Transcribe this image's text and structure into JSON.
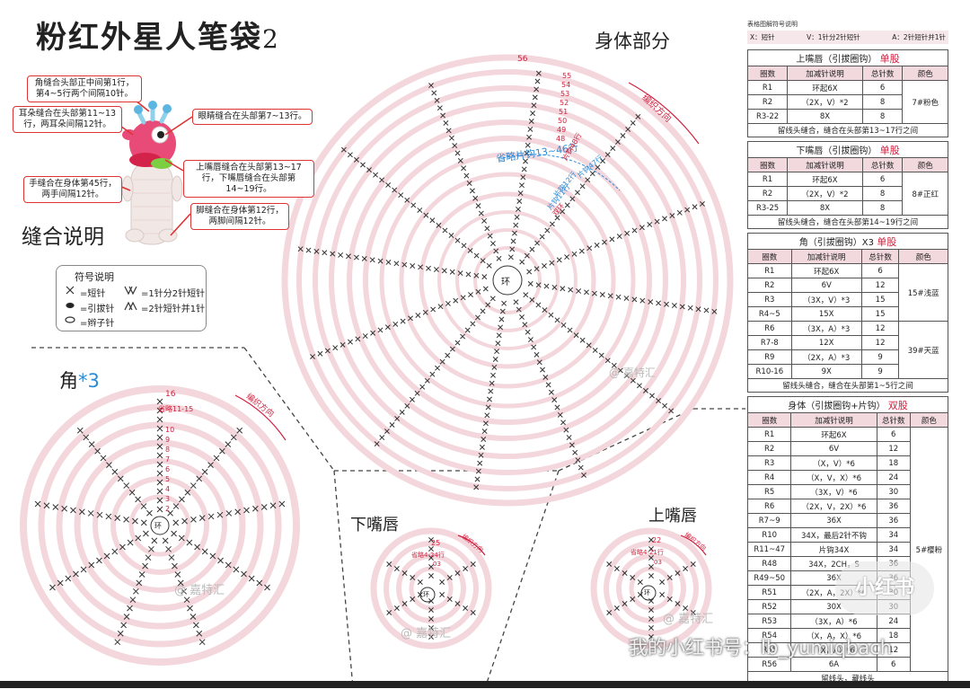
{
  "title": "粉红外星人笔袋",
  "title_num": "2",
  "sections": {
    "body": "身体部分",
    "horn": "角",
    "horn_mult": "*3",
    "lower_lip": "下嘴唇",
    "upper_lip": "上嘴唇",
    "suture": "缝合说明"
  },
  "callouts": [
    "角缝合头部正中间第1行，第4~5行两个间隔10针。",
    "耳朵缝合在头部第11~13行，两耳朵间隔12针。",
    "眼睛缝合在头部第7~13行。",
    "上嘴唇缝合在头部第13~17行，下嘴唇缝合在头部第14~19行。",
    "手缝合在身体第45行，两手间隔12针。",
    "脚缝合在身体第12行，两脚间隔12针。"
  ],
  "legend": {
    "title": "符号说明",
    "items": [
      "=短针",
      "=1针分2针短针",
      "=引拔针",
      "=2针短针并1针",
      "=辫子针"
    ]
  },
  "diagram_labels": {
    "body_ring_top": "56",
    "body_rows": [
      "55",
      "54",
      "53",
      "52",
      "51",
      "50",
      "49",
      "48"
    ],
    "body_center": "环",
    "body_omit": "省略片钩13~46行",
    "body_dir": "编织方向",
    "body_piece1": "片钩48行",
    "body_piece2": "片钩47行",
    "body_piece3": "片钩12行",
    "body_piece4": "片钩11行",
    "body_ring": "双环",
    "horn_top": "16",
    "horn_omit": "省略11-15",
    "horn_rows": [
      "10",
      "9",
      "8",
      "7",
      "6",
      "5",
      "4",
      "3",
      "2"
    ],
    "horn_center": "环",
    "horn_dir": "编织方向",
    "lower_top": "25",
    "lower_omit": "省略4-24行",
    "lower_row": "03",
    "lower_center": "环",
    "lower_dir": "编织方向",
    "upper_top": "22",
    "upper_omit": "省略4-21行",
    "upper_row": "03",
    "upper_center": "环",
    "upper_dir": "编织方向",
    "watermark_a": "@ 嘉特汇",
    "watermark_b": "@ 嘉特汇",
    "watermark_c": "@ 嘉特汇",
    "watermark_d": "@ 嘉特汇"
  },
  "key": {
    "title": "表格图解符号说明",
    "x": "X：短针",
    "v": "V：1针分2针短针",
    "a": "A：2针短针并1针"
  },
  "tables": [
    {
      "title": "上嘴唇（引拔圈钩）",
      "tag": "单股",
      "header": [
        "圈数",
        "加减针说明",
        "总针数",
        "颜色"
      ],
      "rows": [
        [
          "R1",
          "环起6X",
          "6"
        ],
        [
          "R2",
          "（2X，V）*2",
          "8"
        ],
        [
          "R3-22",
          "8X",
          "8"
        ]
      ],
      "color": "7#粉色",
      "note": "留线头缝合，缝合在头部第13~17行之间"
    },
    {
      "title": "下嘴唇（引拔圈钩）",
      "tag": "单股",
      "header": [
        "圈数",
        "加减针说明",
        "总针数",
        "颜色"
      ],
      "rows": [
        [
          "R1",
          "环起6X",
          "6"
        ],
        [
          "R2",
          "（2X，V）*2",
          "8"
        ],
        [
          "R3-25",
          "8X",
          "8"
        ]
      ],
      "color": "8#正红",
      "note": "留线头缝合，缝合在头部第14~19行之间"
    },
    {
      "title": "角（引拔圈钩）X3",
      "tag": "单股",
      "header": [
        "圈数",
        "加减针说明",
        "总针数",
        "颜色"
      ],
      "rows": [
        [
          "R1",
          "环起6X",
          "6"
        ],
        [
          "R2",
          "6V",
          "12"
        ],
        [
          "R3",
          "（3X，V）*3",
          "15"
        ],
        [
          "R4~5",
          "15X",
          "15"
        ],
        [
          "R6",
          "（3X，A）*3",
          "12"
        ],
        [
          "R7-8",
          "12X",
          "12"
        ],
        [
          "R9",
          "（2X，A）*3",
          "9"
        ],
        [
          "R10-16",
          "9X",
          "9"
        ]
      ],
      "colors": [
        "15#浅蓝",
        "39#天蓝"
      ],
      "note": "留线头缝合，缝合在头部第1~5行之间"
    },
    {
      "title": "身体（引拔圈钩+片钩）",
      "tag": "双股",
      "header": [
        "圈数",
        "加减针说明",
        "总针数",
        "颜色"
      ],
      "rows": [
        [
          "R1",
          "环起6X",
          "6"
        ],
        [
          "R2",
          "6V",
          "12"
        ],
        [
          "R3",
          "（X，V）*6",
          "18"
        ],
        [
          "R4",
          "（X，V，X）*6",
          "24"
        ],
        [
          "R5",
          "（3X，V）*6",
          "30"
        ],
        [
          "R6",
          "（2X，V，2X）*6",
          "36"
        ],
        [
          "R7~9",
          "36X",
          "36"
        ],
        [
          "R10",
          "34X，最后2针不钩",
          "34"
        ],
        [
          "R11~47",
          "片钩34X",
          "34"
        ],
        [
          "R48",
          "34X，2CH，S",
          "36"
        ],
        [
          "R49~50",
          "36X",
          "36"
        ],
        [
          "R51",
          "（2X，A，2X）*6",
          "30"
        ],
        [
          "R52",
          "30X",
          "30"
        ],
        [
          "R53",
          "（3X，A）*6",
          "24"
        ],
        [
          "R54",
          "（X，A，X）*6",
          "18"
        ],
        [
          "R55",
          "（X，A）*6",
          "12"
        ],
        [
          "R56",
          "6A",
          "6"
        ]
      ],
      "color": "5#樱粉",
      "note": "留线头，藏线头"
    }
  ],
  "overlay": {
    "bottom": "我的小红书号：lb_yumiqbach",
    "badge": "小红书"
  },
  "colors": {
    "accent_red": "#d21e3c",
    "ring_pink": "#f3d7dc",
    "blue": "#2a8bd6"
  }
}
